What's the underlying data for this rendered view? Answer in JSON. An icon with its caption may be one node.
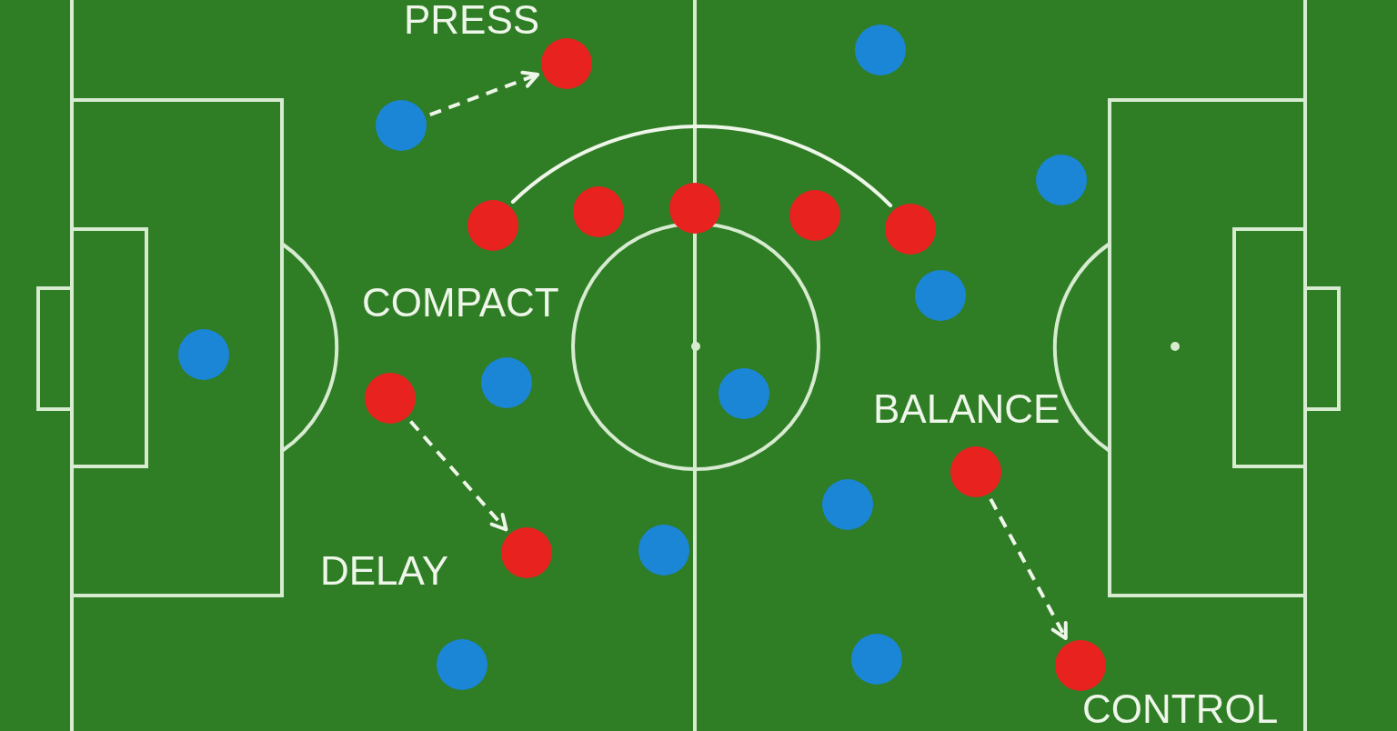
{
  "diagram": {
    "nodes": [
      {
        "text": [],
        "shape": "circle"
      },
      {
        "text": [],
        "shape": "circle"
      },
      {
        "text": [],
        "shape": "circle"
      },
      {
        "text": [],
        "shape": "circle"
      },
      {
        "text": [],
        "shape": "circle"
      },
      {
        "text": [],
        "shape": "circle"
      },
      {
        "text": [],
        "shape": "circle"
      },
      {
        "text": [],
        "shape": "circle"
      },
      {
        "text": [],
        "shape": "circle"
      },
      {
        "text": [],
        "shape": "circle"
      },
      {
        "text": [],
        "shape": "circle"
      },
      {
        "text": [],
        "shape": "circle"
      },
      {
        "text": [],
        "shape": "circle"
      },
      {
        "text": [],
        "shape": "circle"
      },
      {
        "text": [],
        "shape": "circle"
      },
      {
        "text": [],
        "shape": "circle"
      },
      {
        "text": [],
        "shape": "circle"
      },
      {
        "text": [],
        "shape": "circle"
      },
      {
        "text": [],
        "shape": "circle"
      },
      {
        "text": [],
        "shape": "circle"
      },
      {
        "text": [],
        "shape": "circle"
      }
    ],
    "edges": [
      {
        "from": 2,
        "to": 0,
        "arrow": "to",
        "style": "dashed"
      },
      {
        "from": 4,
        "to": 8,
        "arrow": "none"
      },
      {
        "from": 11,
        "to": 16,
        "arrow": "to",
        "style": "dashed"
      },
      {
        "from": 14,
        "to": 20,
        "arrow": "to",
        "style": "dashed"
      }
    ],
    "labels": [
      "PRESS",
      "COMPACT",
      "BALANCE",
      "DELAY",
      "CONTROL"
    ]
  }
}
